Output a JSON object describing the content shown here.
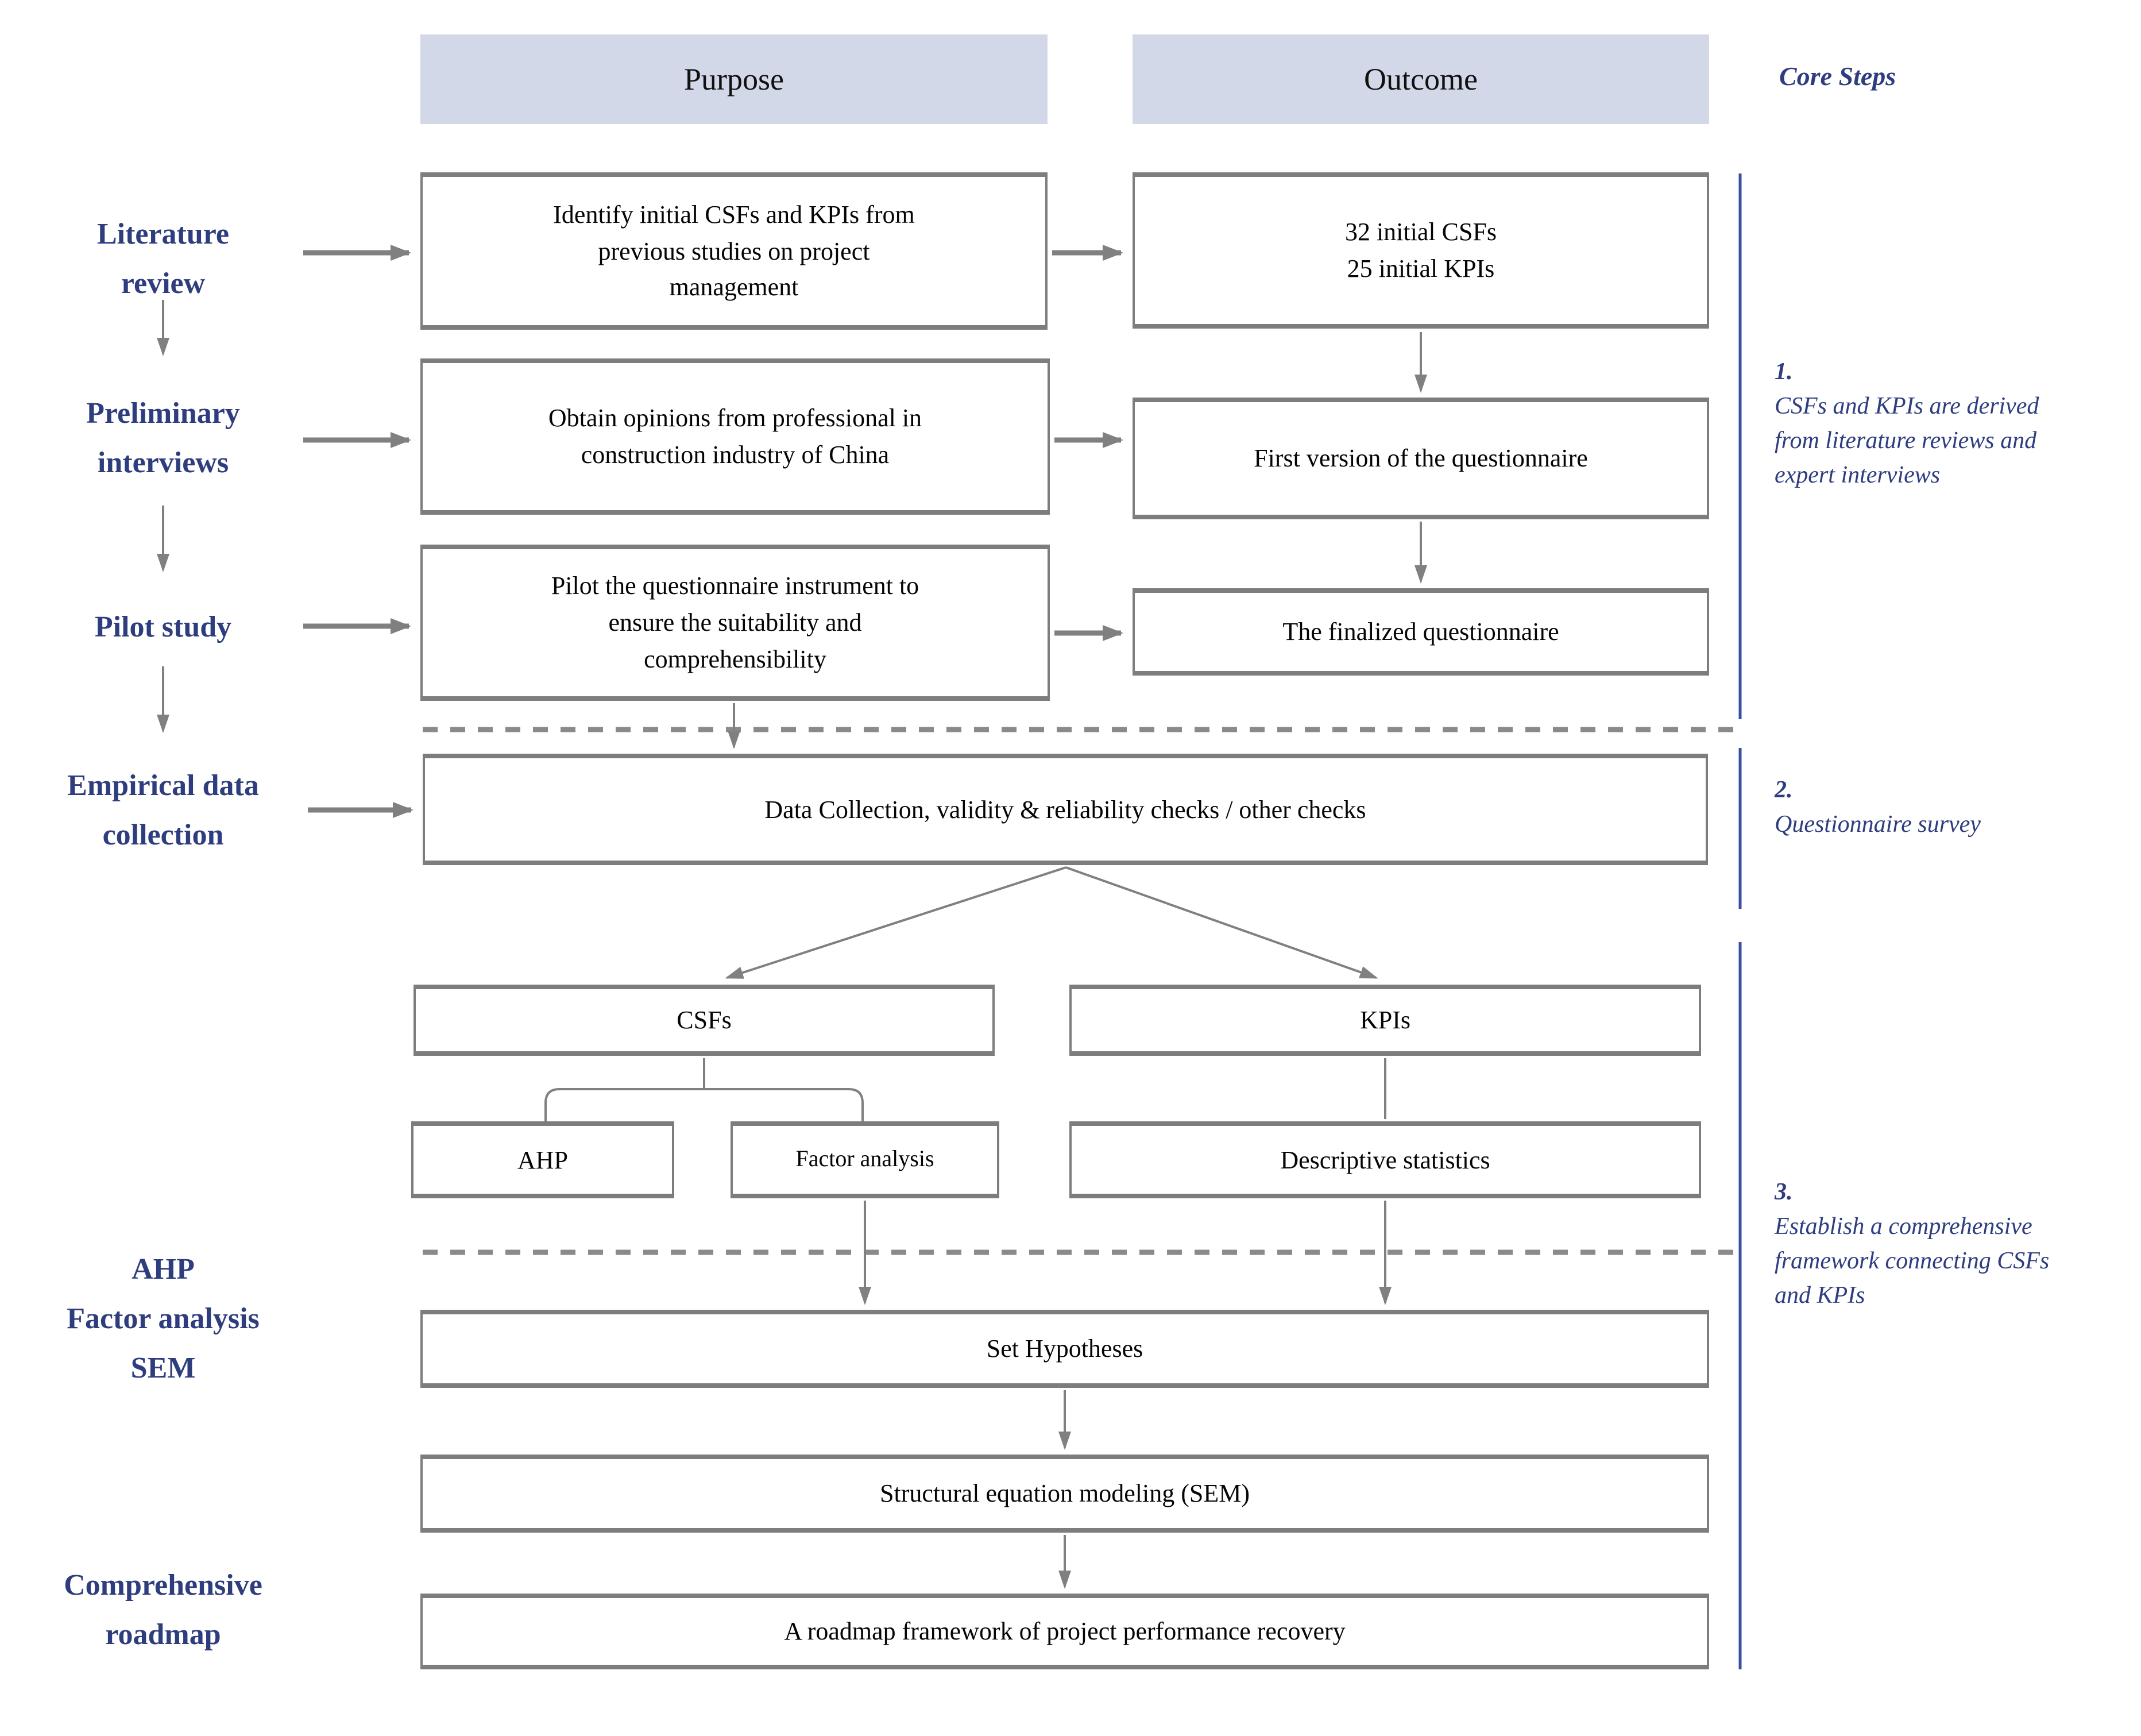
{
  "colors": {
    "band_background": "#d3d8e8",
    "label_blue": "#2e3d7d",
    "annotation_blue": "#2e3d80",
    "section_line_blue": "#3b4fa0",
    "connector_gray": "#808080",
    "box_border_gray": "#7d7d7d"
  },
  "headers": {
    "purpose": "Purpose",
    "outcome": "Outcome",
    "core_steps": "Core Steps"
  },
  "left_labels": {
    "literature": "Literature\nreview",
    "preliminary": "Preliminary\ninterviews",
    "pilot": "Pilot study",
    "empirical": "Empirical data\ncollection",
    "methods": "AHP\nFactor analysis\nSEM",
    "roadmap": "Comprehensive\nroadmap"
  },
  "boxes": {
    "row1_purpose": "Identify initial CSFs and KPIs from\nprevious studies on project\nmanagement",
    "row1_outcome": "32 initial CSFs\n25 initial KPIs",
    "row2_purpose": "Obtain opinions from professional in\nconstruction industry of China",
    "row2_outcome": "First version of the questionnaire",
    "row3_purpose": "Pilot the questionnaire instrument to\nensure the suitability and\ncomprehensibility",
    "row3_outcome": "The finalized questionnaire",
    "data_collection": "Data Collection, validity & reliability checks / other checks",
    "csfs": "CSFs",
    "kpis": "KPIs",
    "ahp": "AHP",
    "factor_analysis": "Factor analysis",
    "descriptive_statistics": "Descriptive statistics",
    "set_hypotheses": "Set Hypotheses",
    "sem": "Structural equation modeling (SEM)",
    "roadmap": "A roadmap framework of project performance recovery"
  },
  "annotations": [
    {
      "num": "1.",
      "text": "CSFs and KPIs are derived\nfrom literature reviews and\nexpert interviews"
    },
    {
      "num": "2.",
      "text": "Questionnaire survey"
    },
    {
      "num": "3.",
      "text": "Establish a comprehensive\nframework connecting CSFs\nand KPIs"
    }
  ]
}
